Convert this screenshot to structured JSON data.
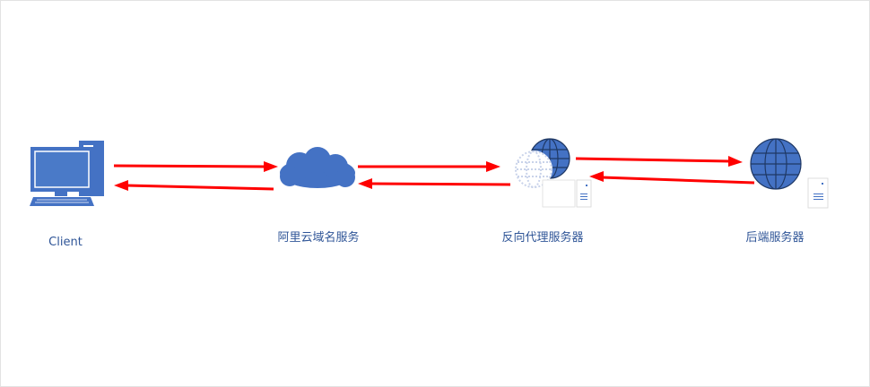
{
  "nodes": {
    "client": {
      "label": "Client",
      "icon": "desktop-computer-icon"
    },
    "dns": {
      "label": "阿里云域名服务",
      "icon": "cloud-icon"
    },
    "proxy": {
      "label": "反向代理服务器",
      "icon": "web-server-icon"
    },
    "backend": {
      "label": "后端服务器",
      "icon": "web-server-icon"
    }
  },
  "colors": {
    "icon_blue": "#4472c4",
    "arrow_red": "#ff0000",
    "label_blue": "#2f5597"
  }
}
